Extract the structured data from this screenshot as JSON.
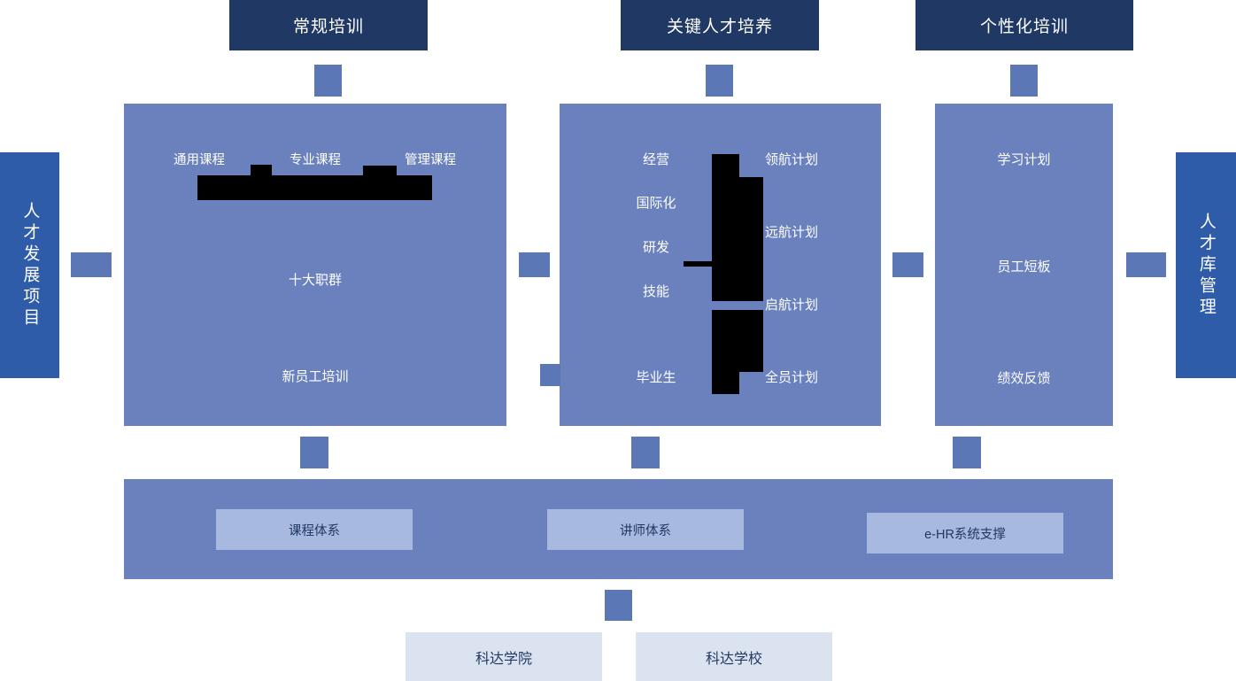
{
  "headers": [
    {
      "label": "常规培训"
    },
    {
      "label": "关键人才培养"
    },
    {
      "label": "个性化培训"
    }
  ],
  "side_bars": {
    "left": "人才发展项目",
    "right": "人才库管理"
  },
  "panels": {
    "regular_training": {
      "course_row": [
        "通用课程",
        "专业课程",
        "管理课程"
      ],
      "items": [
        "十大职群",
        "新员工培训"
      ]
    },
    "key_talent": {
      "left_items": [
        "经营",
        "国际化",
        "研发",
        "技能",
        "毕业生"
      ],
      "right_items": [
        "领航计划",
        "远航计划",
        "启航计划",
        "全员计划"
      ]
    },
    "personalized": {
      "items": [
        "学习计划",
        "员工短板",
        "绩效反馈"
      ]
    }
  },
  "support_band": {
    "chips": [
      "课程体系",
      "讲师体系",
      "e-HR系统支撑"
    ]
  },
  "footer": {
    "chips": [
      "科达学院",
      "科达学校"
    ]
  },
  "colors": {
    "header": "#1F3864",
    "panel": "#6A81BE",
    "side_bar": "#2E5CA8",
    "connector": "#5B77B5",
    "chip": "#A7B9DE",
    "footer_chip": "#DCE3F0",
    "redaction": "#000000"
  }
}
